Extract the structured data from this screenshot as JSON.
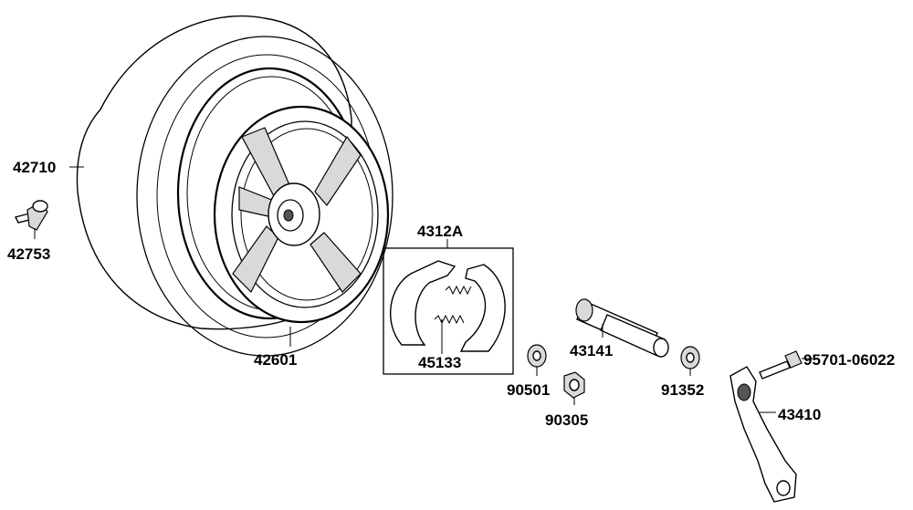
{
  "parts": {
    "tire": "42710",
    "valve": "42753",
    "rim": "42601",
    "brake_shoe_set": "4312A",
    "spring": "45133",
    "cam_shaft": "43141",
    "washer_left": "90501",
    "nut": "90305",
    "washer_right": "91352",
    "bolt": "95701-06022",
    "brake_arm": "43410"
  }
}
